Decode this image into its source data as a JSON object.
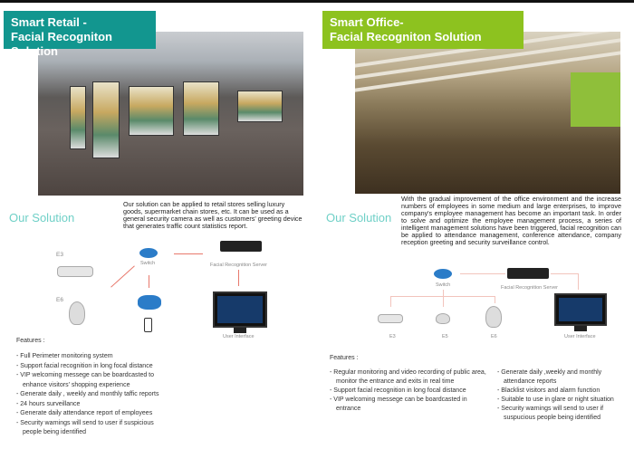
{
  "left": {
    "title_line1": "Smart Retail -",
    "title_line2": "Facial Recogniton Solution",
    "solution_heading": "Our Solution",
    "description": "Our solution can be applied to retail stores selling luxury goods, supermarket chain stores, etc. It can be used as a general security camera as well as customers' greeting device that generates traffic count statistics report.",
    "diagram": {
      "cam1": "E3",
      "cam2": "E6",
      "switch": "Switch",
      "server": "Facial Recognition Server",
      "ui": "User Interface"
    },
    "features_heading": "Features :",
    "features": [
      "Full Perimeter monitoring system",
      "Support facial recognition in long focal distance",
      "VIP welcoming messege can be boardcasted to enhance  visitors' shopping  experience",
      "Generate daily , weekly and monthly taffic reports",
      "24 hours surveillance",
      "Generate daily attendance report of employees",
      "Security warnings will send to user if suspicious people being identified"
    ]
  },
  "right": {
    "title_line1": "Smart Office-",
    "title_line2": "Facial Recogniton Solution",
    "solution_heading": "Our Solution",
    "description": "With the gradual improvement of the office environment and the increase numbers of employees in some medium and large enterprises, to improve company's employee management has become an important task. In order to solve and optimize the employee management process, a series of intelligent management solutions have been triggered, facial recognition can be applied to attendance management, conference attendance, company reception greeting and security surveillance control.",
    "diagram": {
      "switch": "Switch",
      "server": "Facial Recognition Server",
      "cam1": "E3",
      "cam2": "E5",
      "cam3": "E6",
      "ui": "User Interface"
    },
    "features_heading": "Features :",
    "features_col1": [
      "Regular monitoring and video recording of public area, monitor the entrance and exits in real time",
      "Support facial recognition in long focal distance",
      "VIP welcoming messege can be boardcasted in entrance"
    ],
    "features_col2": [
      "Generate daily ,weekly and monthly attendance reports",
      "Blacklist visitors and alarm function",
      "Suitable to use in glare or night situation",
      "Security warnings will send to user if suspucious people being identified"
    ]
  },
  "colors": {
    "retail": "#12968f",
    "office": "#8dc21f",
    "solution": "#6fd0c7"
  }
}
